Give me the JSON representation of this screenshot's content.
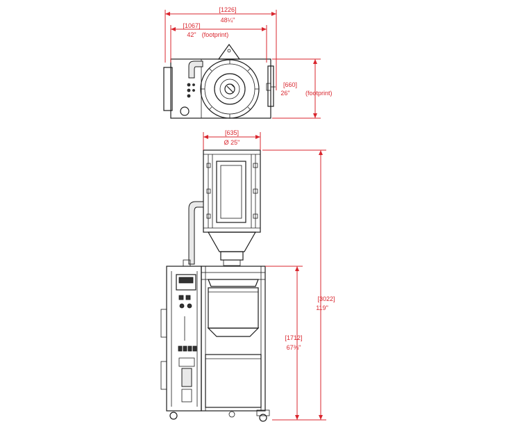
{
  "dimensions": {
    "overall_width": {
      "mm": "[1226]",
      "in": "48¼\""
    },
    "footprint_width": {
      "mm": "[1067]",
      "in": "42\"",
      "note": "(footprint)"
    },
    "footprint_depth": {
      "mm": "[660]",
      "in": "26\"",
      "note": "(footprint)"
    },
    "hopper_diameter": {
      "mm": "[635]",
      "in": "Ø 25\""
    },
    "overall_height": {
      "mm": "[3022]",
      "in": "119\""
    },
    "base_height": {
      "mm": "[1712]",
      "in": "67⅜\""
    }
  },
  "colors": {
    "dimension": "#d9262e",
    "linework": "#1a1a1a"
  }
}
